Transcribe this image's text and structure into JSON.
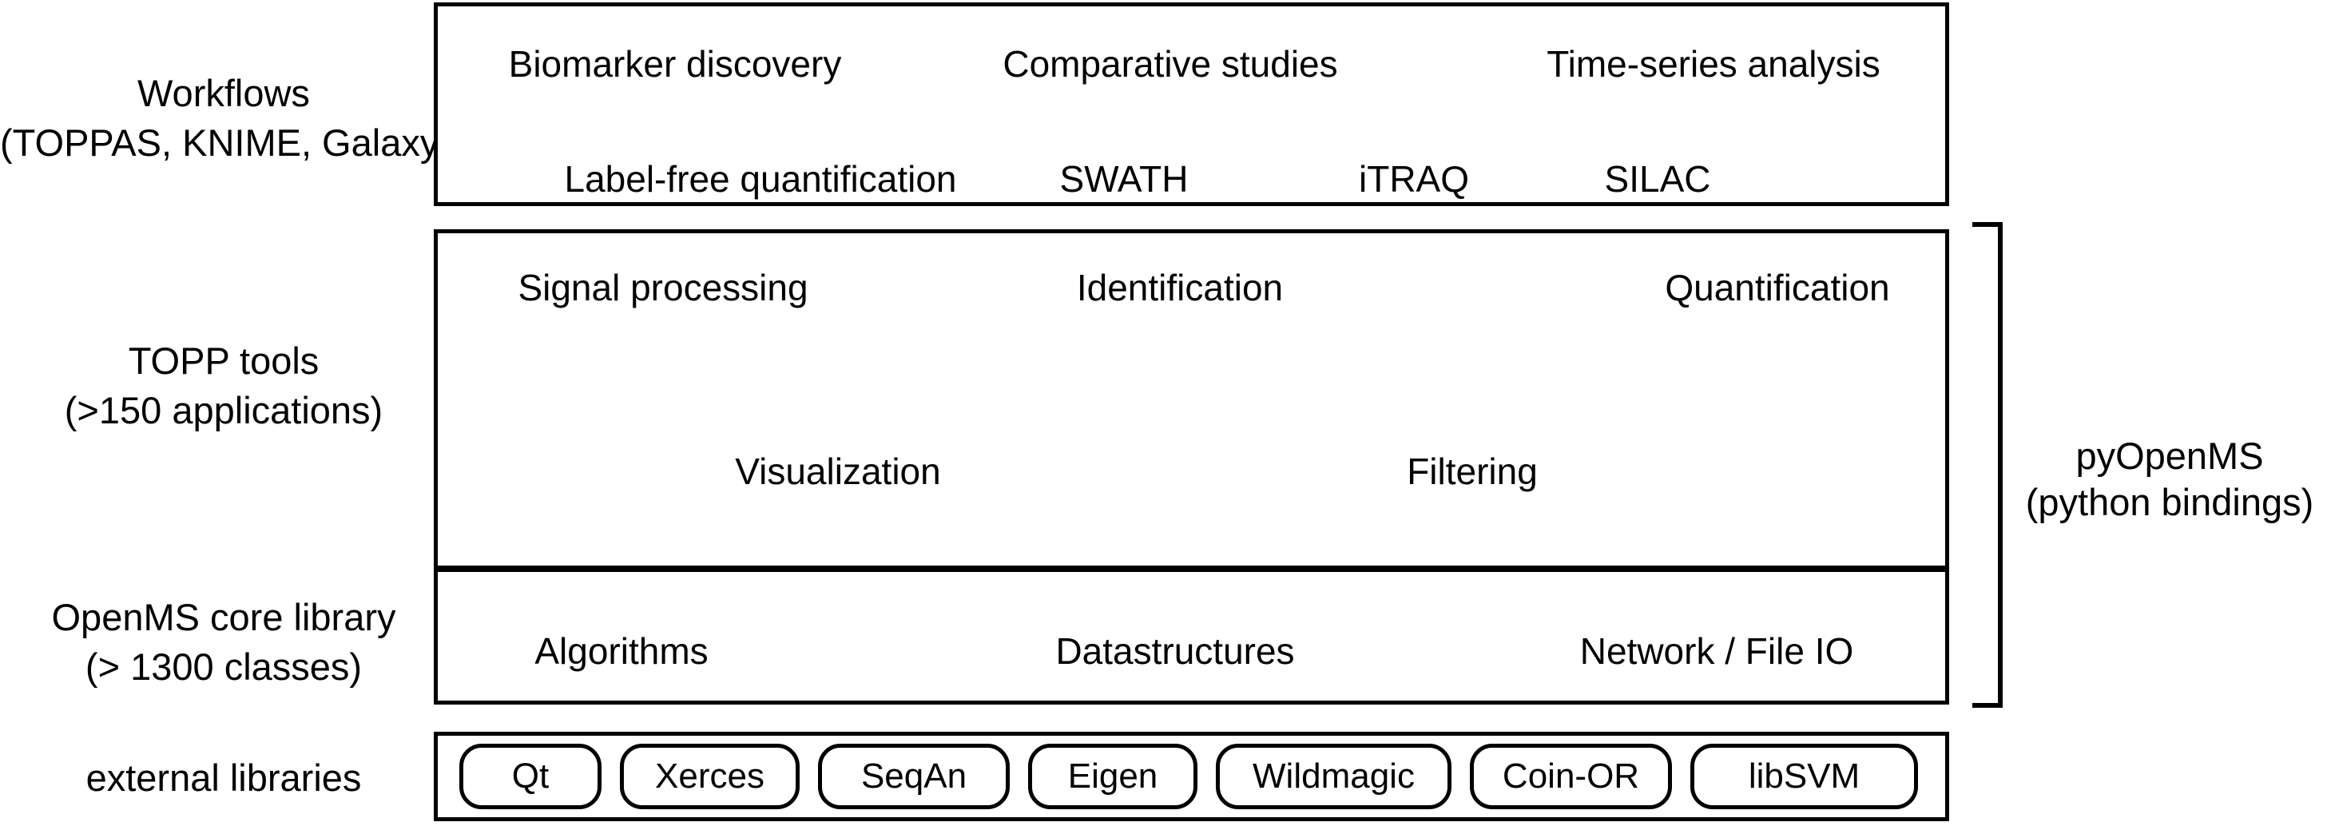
{
  "colors": {
    "ink": "#000000",
    "paper": "#ffffff"
  },
  "left_labels": {
    "workflows_line1": "Workflows",
    "workflows_line2": "(TOPPAS, KNIME, Galaxy)",
    "topp_line1": "TOPP tools",
    "topp_line2": "(>150 applications)",
    "core_line1": "OpenMS core library",
    "core_line2": "(> 1300 classes)",
    "external": "external libraries"
  },
  "workflows_box": {
    "row1": [
      "Biomarker discovery",
      "Comparative studies",
      "Time-series analysis"
    ],
    "row2": [
      "Label-free quantification",
      "SWATH",
      "iTRAQ",
      "SILAC"
    ]
  },
  "topp_box": {
    "row1": [
      "Signal processing",
      "Identification",
      "Quantification"
    ],
    "row2": [
      "Visualization",
      "Filtering"
    ]
  },
  "core_box": {
    "row1": [
      "Algorithms",
      "Datastructures",
      "Network / File IO"
    ]
  },
  "external_box": {
    "libraries": [
      "Qt",
      "Xerces",
      "SeqAn",
      "Eigen",
      "Wildmagic",
      "Coin-OR",
      "libSVM"
    ]
  },
  "pyopenms": {
    "line1": "pyOpenMS",
    "line2": "(python bindings)"
  }
}
